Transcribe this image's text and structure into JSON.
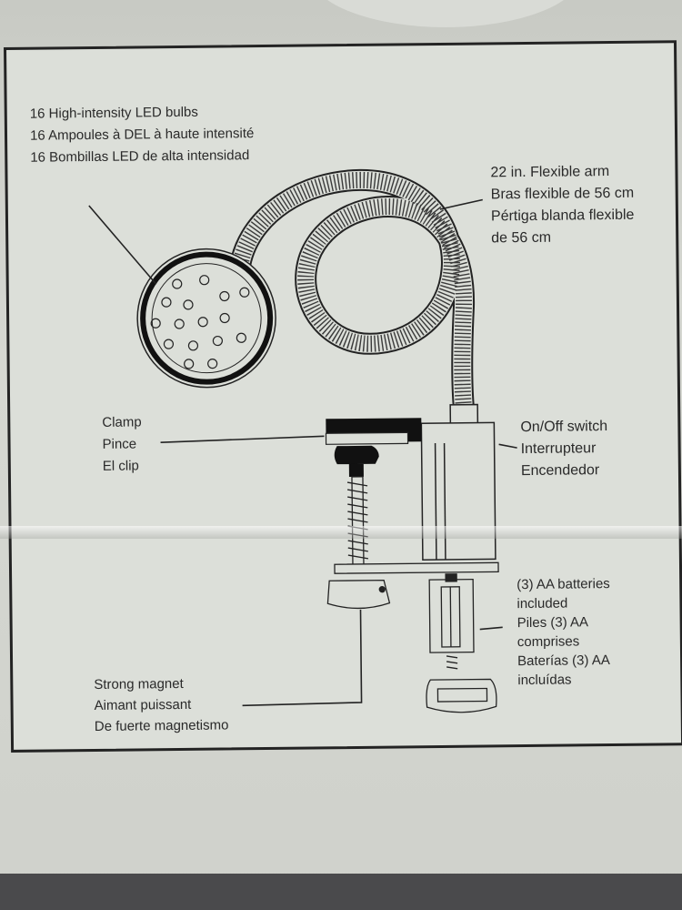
{
  "labels": {
    "bulbs": [
      "16 High-intensity LED bulbs",
      "16 Ampoules à DEL à haute intensité",
      "16 Bombillas LED de alta intensidad"
    ],
    "arm": [
      "22 in. Flexible arm",
      "Bras flexible de 56 cm",
      "Pértiga blanda flexible",
      "de 56 cm"
    ],
    "clamp": [
      "Clamp",
      "Pince",
      "El clip"
    ],
    "switch": [
      "On/Off switch",
      "Interrupteur",
      "Encendedor"
    ],
    "batteries": [
      "(3) AA batteries",
      "included",
      "Piles (3) AA",
      "comprises",
      "Baterías (3) AA",
      "incluídas"
    ],
    "magnet": [
      "Strong magnet",
      "Aimant puissant",
      "De fuerte magnetismo"
    ]
  },
  "colors": {
    "ink": "#232323",
    "panel": "#dcdfd9",
    "card": "#cbcdc7"
  },
  "icons": {
    "lamp_head": "led-lamp-head-icon",
    "flex_arm": "gooseneck-arm-icon",
    "clamp": "clamp-icon",
    "battery": "battery-icon",
    "magnet": "magnet-base-icon"
  }
}
